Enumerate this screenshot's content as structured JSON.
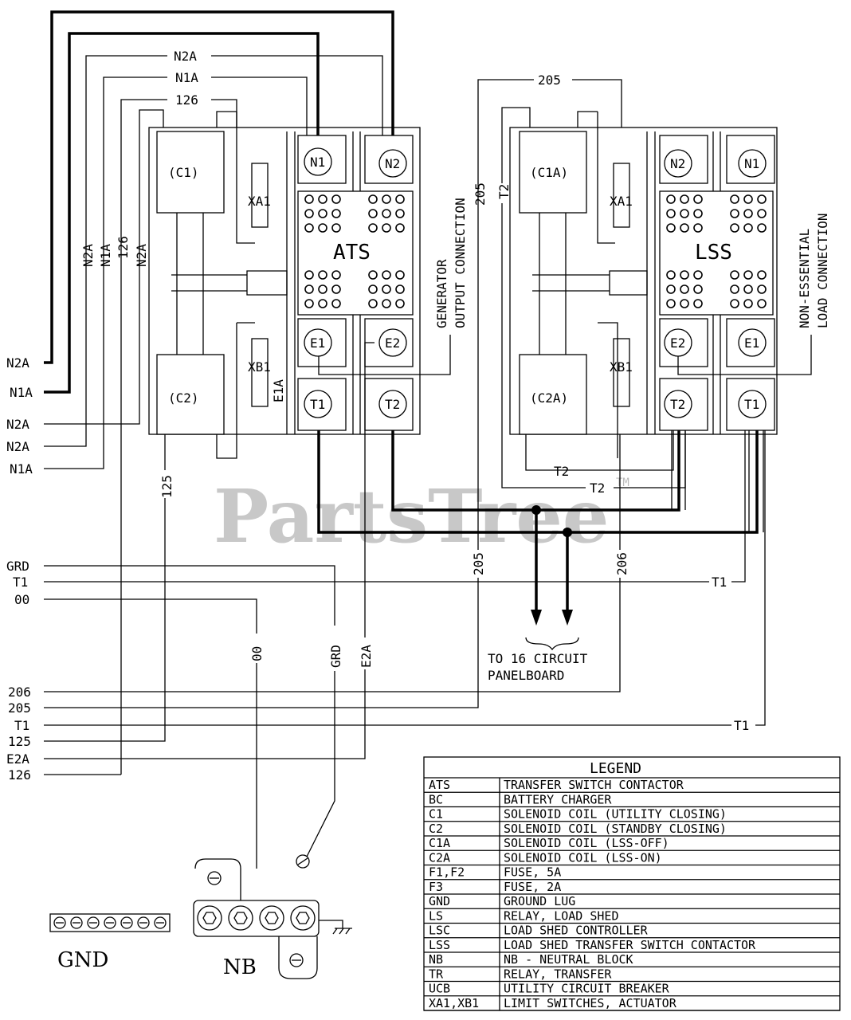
{
  "watermark": "PartsTree",
  "trademark": "TM",
  "components": {
    "ats": "ATS",
    "lss": "LSS",
    "c1": "(C1)",
    "c2": "(C2)",
    "c1a": "(C1A)",
    "c2a": "(C2A)",
    "xa1": "XA1",
    "xb1": "XB1",
    "nb": "NB",
    "gnd": "GND"
  },
  "terminals": {
    "n1": "N1",
    "n2": "N2",
    "e1": "E1",
    "e2": "E2",
    "t1": "T1",
    "t2": "T2"
  },
  "captions": {
    "generator_1": "GENERATOR",
    "generator_2": "OUTPUT CONNECTION",
    "nonessential_1": "NON-ESSENTIAL",
    "nonessential_2": "LOAD CONNECTION",
    "panel_1": "TO 16 CIRCUIT",
    "panel_2": "PANELBOARD"
  },
  "wires": {
    "n2a": "N2A",
    "n1a": "N1A",
    "w126": "126",
    "w125": "125",
    "w205": "205",
    "w206": "206",
    "grd": "GRD",
    "t1": "T1",
    "w00": "00",
    "e2a": "E2A",
    "e1a": "E1A",
    "t2": "T2"
  },
  "left_terminals": [
    "N2A",
    "N1A",
    "N2A",
    "N2A",
    "N1A"
  ],
  "lower_terminals_top": [
    "GRD",
    "T1",
    "00"
  ],
  "lower_terminals_bottom": [
    "206",
    "205",
    "T1",
    "125",
    "E2A",
    "126"
  ],
  "legend": {
    "title": "LEGEND",
    "rows": [
      [
        "ATS",
        "TRANSFER SWITCH CONTACTOR"
      ],
      [
        "BC",
        "BATTERY CHARGER"
      ],
      [
        "C1",
        "SOLENOID COIL (UTILITY CLOSING)"
      ],
      [
        "C2",
        "SOLENOID COIL (STANDBY CLOSING)"
      ],
      [
        "C1A",
        "SOLENOID COIL (LSS-OFF)"
      ],
      [
        "C2A",
        "SOLENOID COIL (LSS-ON)"
      ],
      [
        "F1,F2",
        "FUSE, 5A"
      ],
      [
        "F3",
        "FUSE, 2A"
      ],
      [
        "GND",
        "GROUND LUG"
      ],
      [
        "LS",
        "RELAY, LOAD SHED"
      ],
      [
        "LSC",
        "LOAD SHED CONTROLLER"
      ],
      [
        "LSS",
        "LOAD SHED TRANSFER SWITCH CONTACTOR"
      ],
      [
        "NB",
        "NB - NEUTRAL BLOCK"
      ],
      [
        "TR",
        "RELAY, TRANSFER"
      ],
      [
        "UCB",
        "UTILITY CIRCUIT BREAKER"
      ],
      [
        "XA1,XB1",
        "LIMIT SWITCHES, ACTUATOR"
      ]
    ]
  }
}
